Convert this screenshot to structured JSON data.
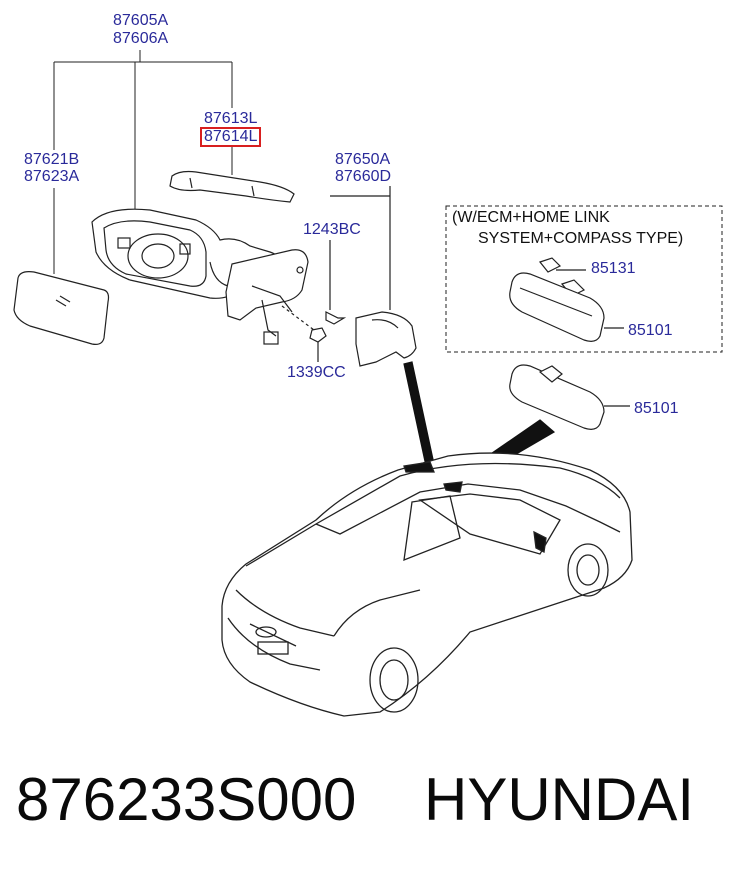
{
  "labels": {
    "main_mirror_a": "87605A",
    "main_mirror_b": "87606A",
    "cover_a": "87613L",
    "cover_b": "87614L",
    "glass_a": "87621B",
    "glass_b": "87623A",
    "inside_a": "87650A",
    "inside_b": "87660D",
    "bolt": "1243BC",
    "nut": "1339CC",
    "sensor": "85131",
    "rear_mirror_ecm": "85101",
    "rear_mirror": "85101"
  },
  "note": {
    "line1": "(W/ECM+HOME LINK",
    "line2": "SYSTEM+COMPASS TYPE)"
  },
  "highlight_color": "#d81f1f",
  "label_color": "#2a2a9a",
  "footer": {
    "part_number": "876233S000",
    "brand": "HYUNDAI"
  }
}
